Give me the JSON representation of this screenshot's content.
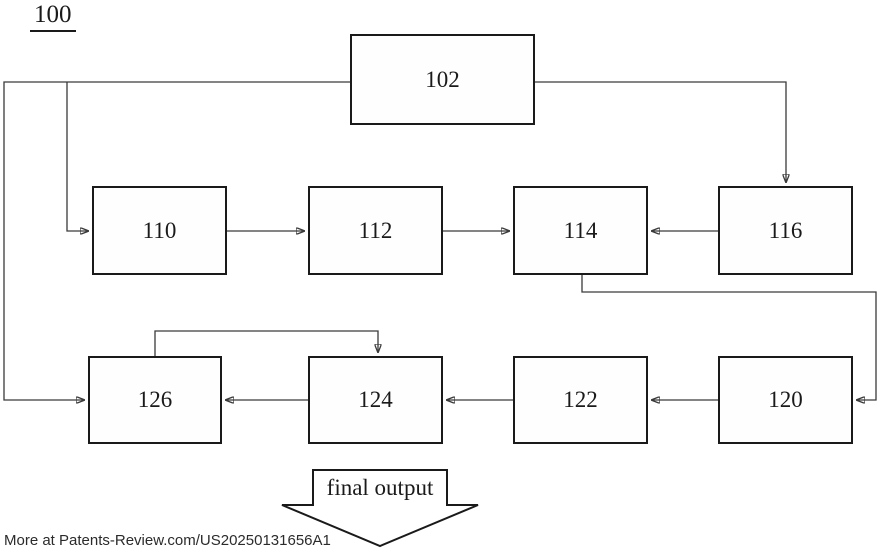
{
  "figure": {
    "reference_label": "100",
    "watermark": "More at Patents-Review.com/US20250131656A1"
  },
  "nodes": [
    {
      "id": "102",
      "label": "102"
    },
    {
      "id": "110",
      "label": "110"
    },
    {
      "id": "112",
      "label": "112"
    },
    {
      "id": "114",
      "label": "114"
    },
    {
      "id": "116",
      "label": "116"
    },
    {
      "id": "126",
      "label": "126"
    },
    {
      "id": "124",
      "label": "124"
    },
    {
      "id": "122",
      "label": "122"
    },
    {
      "id": "120",
      "label": "120"
    }
  ],
  "output": {
    "label": "final output"
  },
  "edges": [
    {
      "from": "102",
      "to": "110"
    },
    {
      "from": "102",
      "to": "116"
    },
    {
      "from": "102",
      "to": "126"
    },
    {
      "from": "110",
      "to": "112"
    },
    {
      "from": "112",
      "to": "114"
    },
    {
      "from": "116",
      "to": "114"
    },
    {
      "from": "114",
      "to": "120"
    },
    {
      "from": "120",
      "to": "122"
    },
    {
      "from": "122",
      "to": "124"
    },
    {
      "from": "124",
      "to": "126"
    },
    {
      "from": "126",
      "to": "124"
    },
    {
      "from": "124",
      "to": "final output"
    }
  ],
  "colors": {
    "background": "#ffffff",
    "box_border": "#1a1a1a",
    "connector": "#3a3a3a",
    "text": "#1a1a1a"
  }
}
